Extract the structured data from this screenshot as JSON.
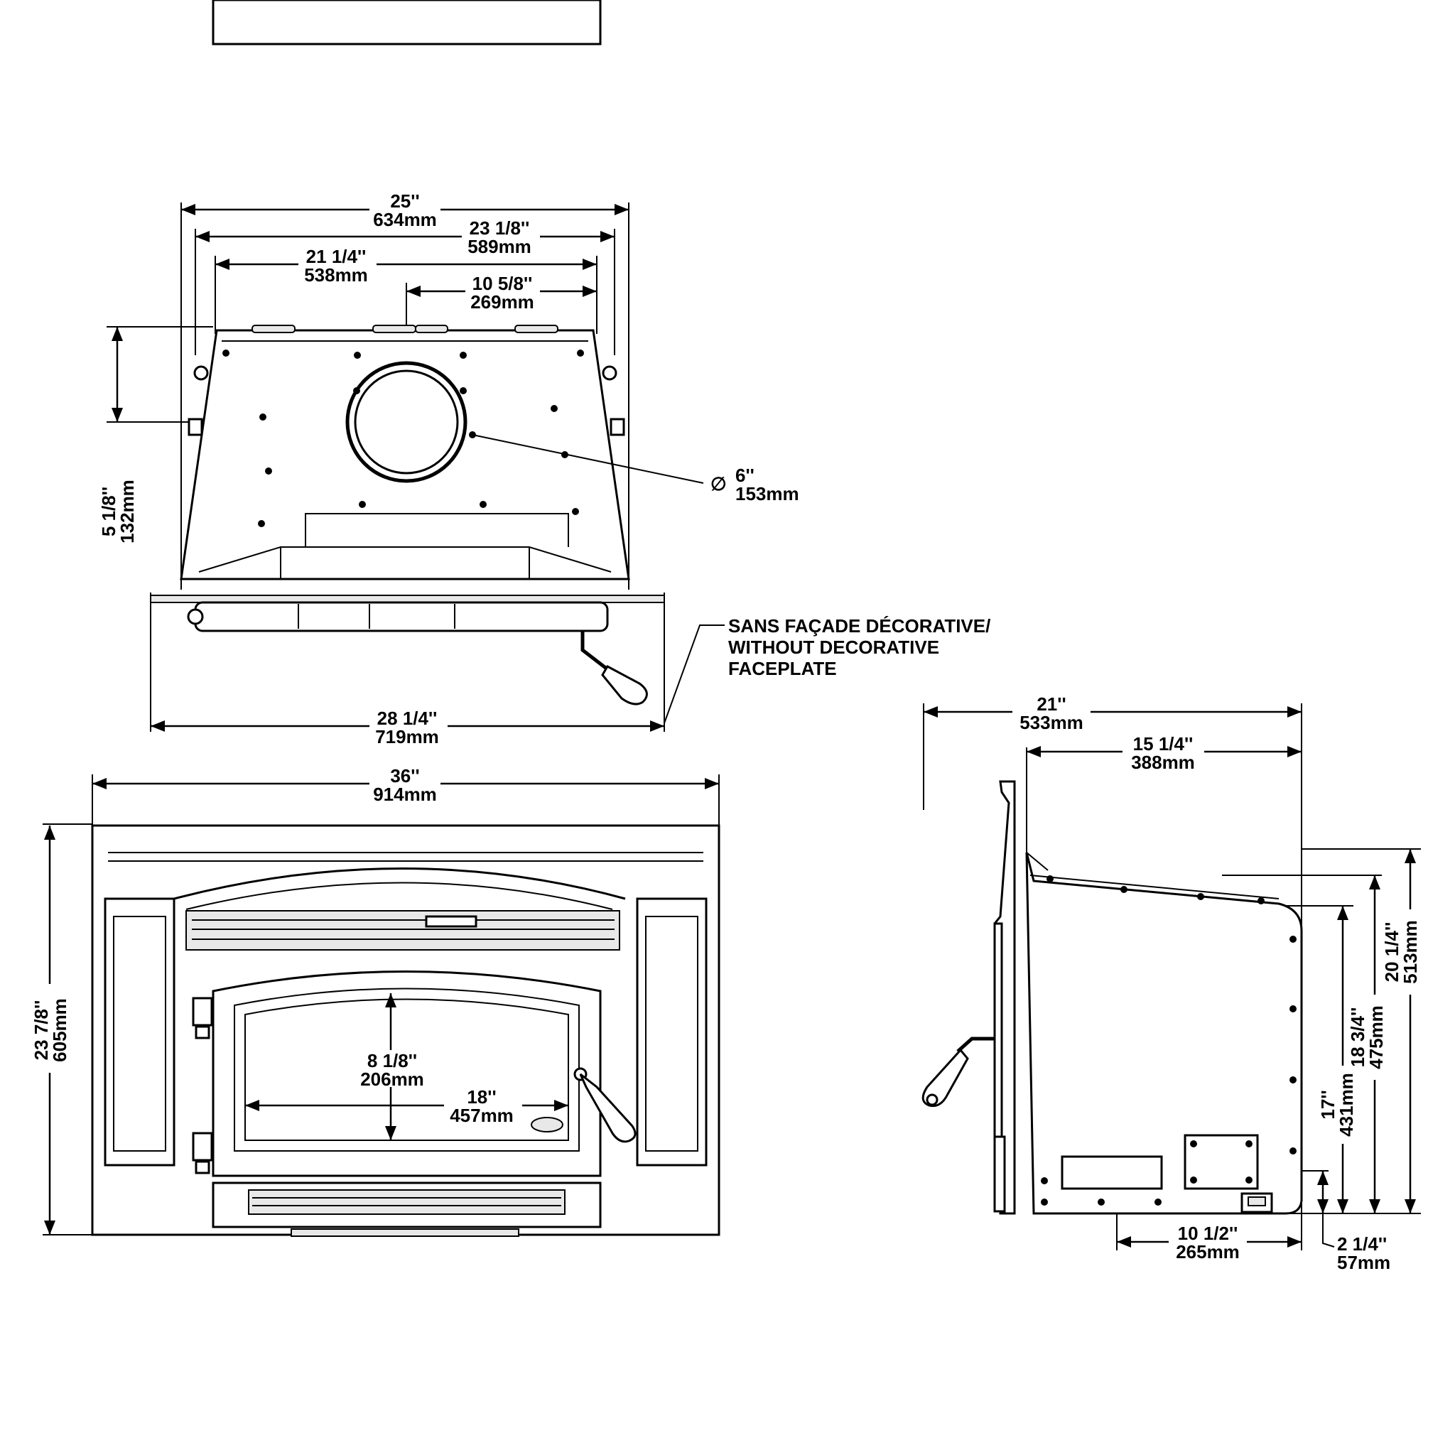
{
  "top_view": {
    "overall_width": {
      "imperial": "25''",
      "metric": "634mm"
    },
    "body_width": {
      "imperial": "23 1/8''",
      "metric": "589mm"
    },
    "top_width": {
      "imperial": "21 1/4''",
      "metric": "538mm"
    },
    "flue_offset": {
      "imperial": "10 5/8''",
      "metric": "269mm"
    },
    "flue_depth": {
      "imperial": "5 1/8''",
      "metric": "132mm"
    },
    "flue_diameter": {
      "symbol": "∅",
      "imperial": "6''",
      "metric": "153mm"
    },
    "flange_width": {
      "imperial": "28 1/4''",
      "metric": "719mm"
    },
    "note_lines": [
      "SANS FAÇADE DÉCORATIVE/",
      "WITHOUT DECORATIVE",
      "FACEPLATE"
    ]
  },
  "front_view": {
    "width": {
      "imperial": "36''",
      "metric": "914mm"
    },
    "height": {
      "imperial": "23  7/8''",
      "metric": "605mm"
    },
    "glass_height": {
      "imperial": "8  1/8''",
      "metric": "206mm"
    },
    "glass_width": {
      "imperial": "18''",
      "metric": "457mm"
    }
  },
  "side_view": {
    "overall_depth": {
      "imperial": "21''",
      "metric": "533mm"
    },
    "body_depth": {
      "imperial": "15  1/4''",
      "metric": "388mm"
    },
    "height_overall": {
      "imperial": "20 1/4''",
      "metric": "513mm"
    },
    "height_mid": {
      "imperial": "18 3/4''",
      "metric": "475mm"
    },
    "height_rear": {
      "imperial": "17''",
      "metric": "431mm"
    },
    "rear_offset": {
      "imperial": "10 1/2''",
      "metric": "265mm"
    },
    "base_height": {
      "imperial": "2 1/4''",
      "metric": "57mm"
    }
  }
}
